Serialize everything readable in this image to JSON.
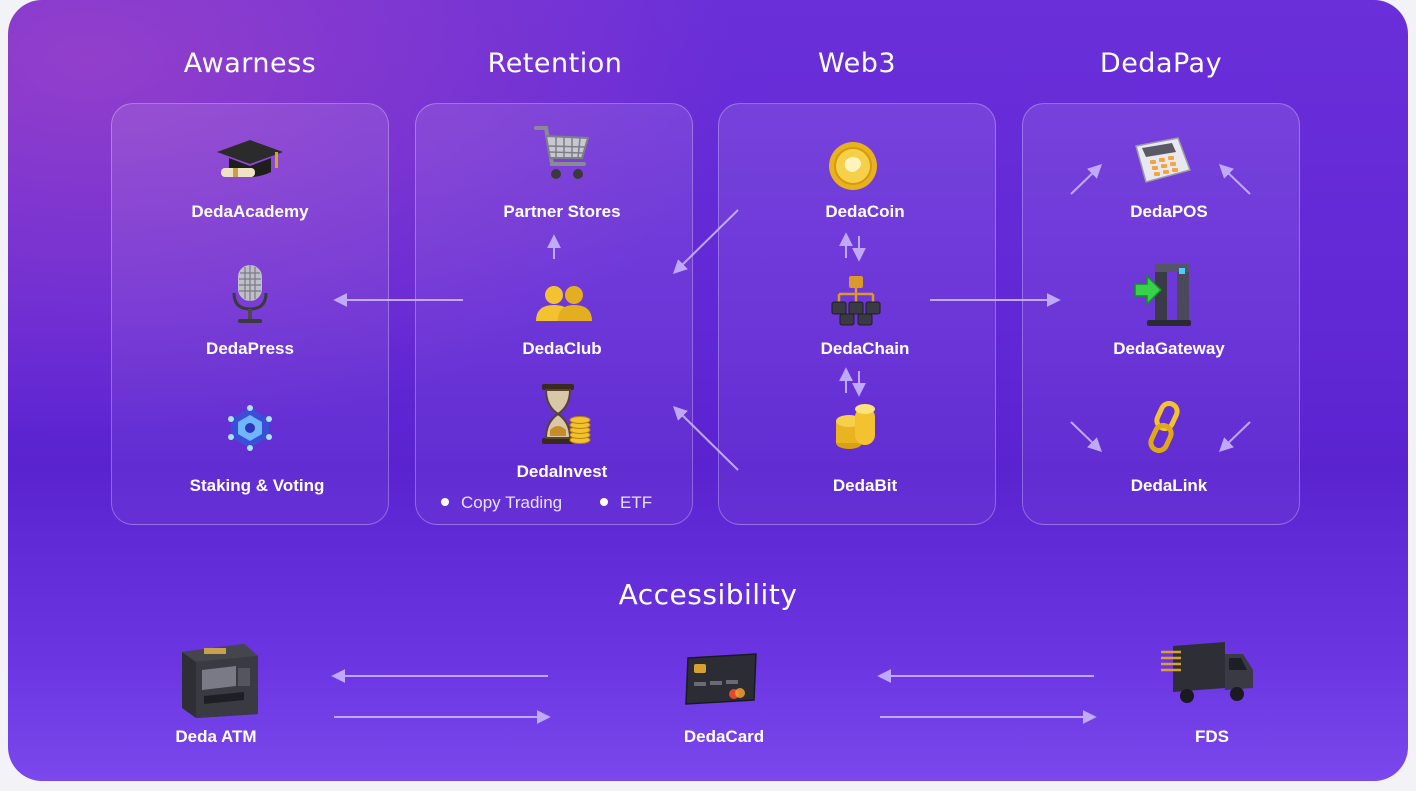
{
  "columns": [
    {
      "title": "Awarness",
      "items": [
        "DedaAcademy",
        "DedaPress",
        "Staking & Voting"
      ]
    },
    {
      "title": "Retention",
      "items": [
        "Partner Stores",
        "DedaClub",
        "DedaInvest"
      ],
      "sub_items": [
        "Copy Trading",
        "ETF"
      ]
    },
    {
      "title": "Web3",
      "items": [
        "DedaCoin",
        "DedaChain",
        "DedaBit"
      ]
    },
    {
      "title": "DedaPay",
      "items": [
        "DedaPOS",
        "DedaGateway",
        "DedaLink"
      ]
    }
  ],
  "accessibility": {
    "title": "Accessibility",
    "items": [
      "Deda ATM",
      "DedaCard",
      "FDS"
    ]
  },
  "icons": [
    "graduation-cap-icon",
    "microphone-icon",
    "network-cube-icon",
    "shopping-cart-icon",
    "users-icon",
    "hourglass-coins-icon",
    "coin-icon",
    "blockchain-icon",
    "coin-stack-icon",
    "pos-terminal-icon",
    "gateway-icon",
    "chain-link-icon",
    "atm-icon",
    "credit-card-icon",
    "truck-icon"
  ],
  "colors": {
    "background_top": "#6a2fd8",
    "accent_gold": "#f2c230",
    "arrow": "#c9b6ff"
  }
}
